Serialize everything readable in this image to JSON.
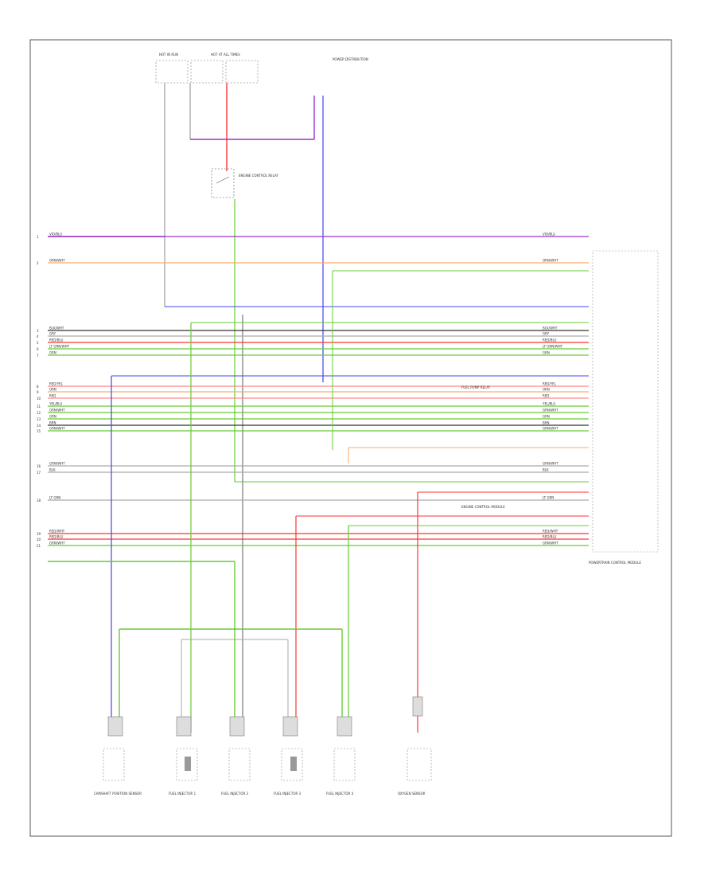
{
  "diagram": {
    "title": "",
    "colors": {
      "border": "#555555",
      "text": "#333333",
      "green": "#66cc33",
      "red": "#ff3333",
      "blue": "#4444ee",
      "purple": "#9933cc",
      "orange": "#ffaa66",
      "pink": "#ff8888",
      "black": "#333333",
      "gray": "#aaaaaa",
      "teal": "#44aaaa"
    },
    "wires": [
      {
        "pin": "1",
        "color": "purple",
        "label": "VIO/BLU"
      },
      {
        "pin": "2",
        "color": "orange",
        "label": "ORN/WHT"
      },
      {
        "pin": "3",
        "color": "black",
        "label": "BLK/WHT"
      },
      {
        "pin": "4",
        "color": "gray",
        "label": "GRY"
      },
      {
        "pin": "5",
        "color": "red",
        "label": "RED/BLU"
      },
      {
        "pin": "6",
        "color": "green",
        "label": "LT GRN/WHT"
      },
      {
        "pin": "7",
        "color": "green",
        "label": "GRN"
      },
      {
        "pin": "8",
        "color": "pink",
        "label": "RED/YEL"
      },
      {
        "pin": "9",
        "color": "orange",
        "label": "ORN"
      },
      {
        "pin": "10",
        "color": "pink",
        "label": "RED"
      },
      {
        "pin": "11",
        "color": "green",
        "label": "YEL/BLU"
      },
      {
        "pin": "12",
        "color": "green",
        "label": "GRN/WHT"
      },
      {
        "pin": "13",
        "color": "green",
        "label": "GRN"
      },
      {
        "pin": "14",
        "color": "black",
        "label": "BRN"
      },
      {
        "pin": "15",
        "color": "green",
        "label": "GRN/WHT"
      },
      {
        "pin": "16",
        "color": "gray",
        "label": "GRN/WHT"
      },
      {
        "pin": "17",
        "color": "gray",
        "label": "BLK"
      },
      {
        "pin": "18",
        "color": "gray",
        "label": "LT GRN"
      },
      {
        "pin": "19",
        "color": "red",
        "label": "RED/WHT"
      },
      {
        "pin": "20",
        "color": "red",
        "label": "RED/BLU"
      },
      {
        "pin": "21",
        "color": "green",
        "label": "GRN/WHT"
      }
    ],
    "top_labels": [
      {
        "text": "HOT IN RUN"
      },
      {
        "text": "HOT AT ALL TIMES"
      },
      {
        "text": "POWER DISTRIBUTION"
      }
    ],
    "component_labels": [
      {
        "text": "ENGINE CONTROL RELAY"
      },
      {
        "text": "FUEL PUMP RELAY"
      },
      {
        "text": "ENGINE CONTROL MODULE"
      },
      {
        "text": "POWERTRAIN CONTROL MODULE"
      }
    ],
    "bottom_labels": [
      {
        "text": "CAMSHAFT POSITION SENSOR"
      },
      {
        "text": "FUEL INJECTOR 1"
      },
      {
        "text": "FUEL INJECTOR 2"
      },
      {
        "text": "FUEL INJECTOR 3"
      },
      {
        "text": "FUEL INJECTOR 4"
      },
      {
        "text": "OXYGEN SENSOR"
      }
    ]
  }
}
